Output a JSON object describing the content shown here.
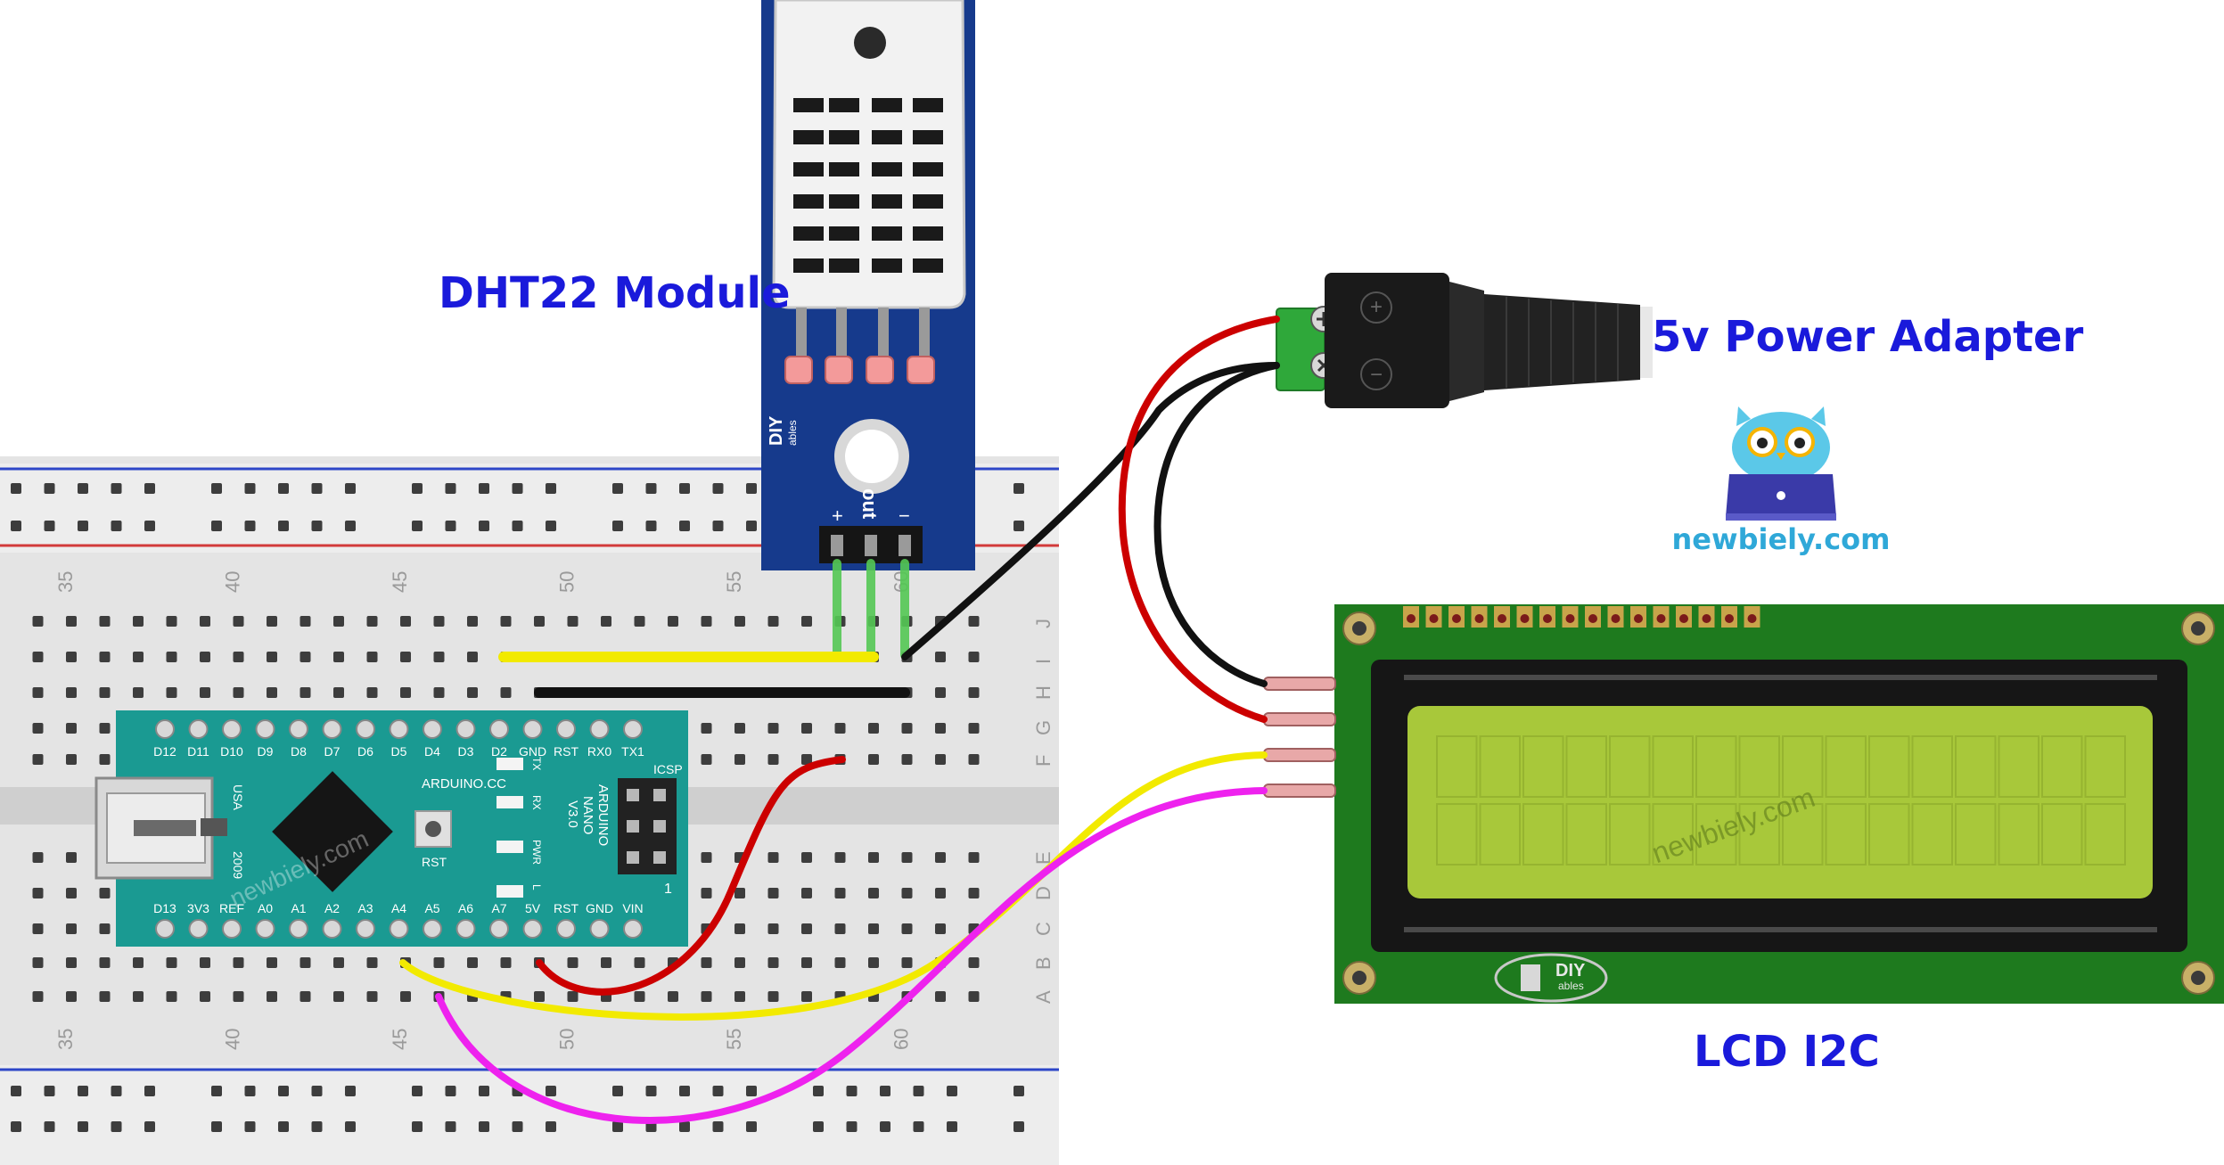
{
  "labels": {
    "dht22": "DHT22 Module",
    "adapter": "5v Power Adapter",
    "lcd": "LCD I2C",
    "brand": "newbiely.com",
    "watermark": "newbiely.com"
  },
  "breadboard": {
    "column_numbers": [
      "35",
      "40",
      "45",
      "50",
      "55",
      "60"
    ],
    "row_letters_top": [
      "J",
      "I",
      "H",
      "G",
      "F"
    ],
    "row_letters_bottom": [
      "E",
      "D",
      "C",
      "B",
      "A"
    ]
  },
  "nano": {
    "top_pins": [
      "D12",
      "D11",
      "D10",
      "D9",
      "D8",
      "D7",
      "D6",
      "D5",
      "D4",
      "D3",
      "D2",
      "GND",
      "RST",
      "RX0",
      "TX1"
    ],
    "bottom_pins": [
      "D13",
      "3V3",
      "REF",
      "A0",
      "A1",
      "A2",
      "A3",
      "A4",
      "A5",
      "A6",
      "A7",
      "5V",
      "RST",
      "GND",
      "VIN"
    ],
    "leds": [
      "TX",
      "RX",
      "PWR",
      "L"
    ],
    "site": "ARDUINO.CC",
    "rst": "RST",
    "icsp": "ICSP",
    "usa": "USA",
    "year": "2009",
    "name": [
      "ARDUINO",
      "NANO",
      "V3.0"
    ],
    "one": "1"
  },
  "dht": {
    "pins": [
      "+",
      "out",
      "−"
    ],
    "brand": [
      "DIY",
      "ables"
    ]
  },
  "adapter_terminals": [
    "+",
    "−"
  ],
  "lcd_brand": [
    "DIY",
    "ables"
  ],
  "colors": {
    "wire_red": "#cc0000",
    "wire_black": "#111111",
    "wire_yellow": "#f2ea00",
    "wire_magenta": "#ee22ee",
    "wire_green": "#55c855",
    "nano_pcb": "#1a9a92",
    "dht_pcb": "#163a8c",
    "lcd_pcb": "#1e7a1e",
    "lcd_screen": "#a8c83a",
    "label_blue": "#1a1adb"
  }
}
